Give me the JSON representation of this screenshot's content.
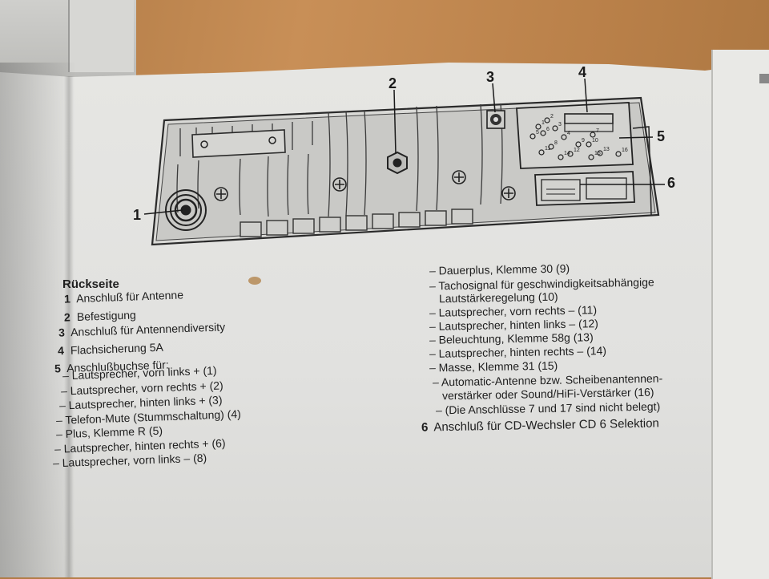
{
  "diagram_labels": [
    "1",
    "2",
    "3",
    "4",
    "5",
    "6"
  ],
  "connector_pins": [
    "1",
    "2",
    "3",
    "4",
    "5",
    "6",
    "7",
    "8",
    "9",
    "10",
    "11",
    "12",
    "13",
    "14",
    "15",
    "16"
  ],
  "section_title": "Rückseite",
  "left_items": [
    {
      "num": "1",
      "text": "Anschluß für Antenne"
    },
    {
      "num": "2",
      "text": "Befestigung"
    },
    {
      "num": "3",
      "text": "Anschluß für Antennendiversity"
    },
    {
      "num": "4",
      "text": "Flachsicherung 5A"
    },
    {
      "num": "5",
      "text": "Anschlußbuchse für:"
    }
  ],
  "left_sub": [
    "– Lautsprecher, vorn links + (1)",
    "– Lautsprecher, vorn rechts + (2)",
    "– Lautsprecher, hinten links + (3)",
    "– Telefon-Mute (Stummschaltung) (4)",
    "– Plus, Klemme R (5)",
    "– Lautsprecher, hinten rechts + (6)",
    "– Lautsprecher, vorn links – (8)"
  ],
  "right_lines": [
    "– Dauerplus, Klemme 30 (9)",
    "– Tachosignal für geschwindigkeitsabhängige",
    "Lautstärkeregelung (10)",
    "– Lautsprecher, vorn rechts – (11)",
    "– Lautsprecher, hinten links – (12)",
    "– Beleuchtung, Klemme 58g (13)",
    "– Lautsprecher, hinten rechts – (14)",
    "– Masse, Klemme 31 (15)",
    "– Automatic-Antenne bzw. Scheibenantennen-",
    "verstärker oder Sound/HiFi-Verstärker (16)",
    "– (Die Anschlüsse 7 und 17 sind nicht belegt)"
  ],
  "item6": {
    "num": "6",
    "text": "Anschluß für CD-Wechsler CD 6 Selektion"
  }
}
